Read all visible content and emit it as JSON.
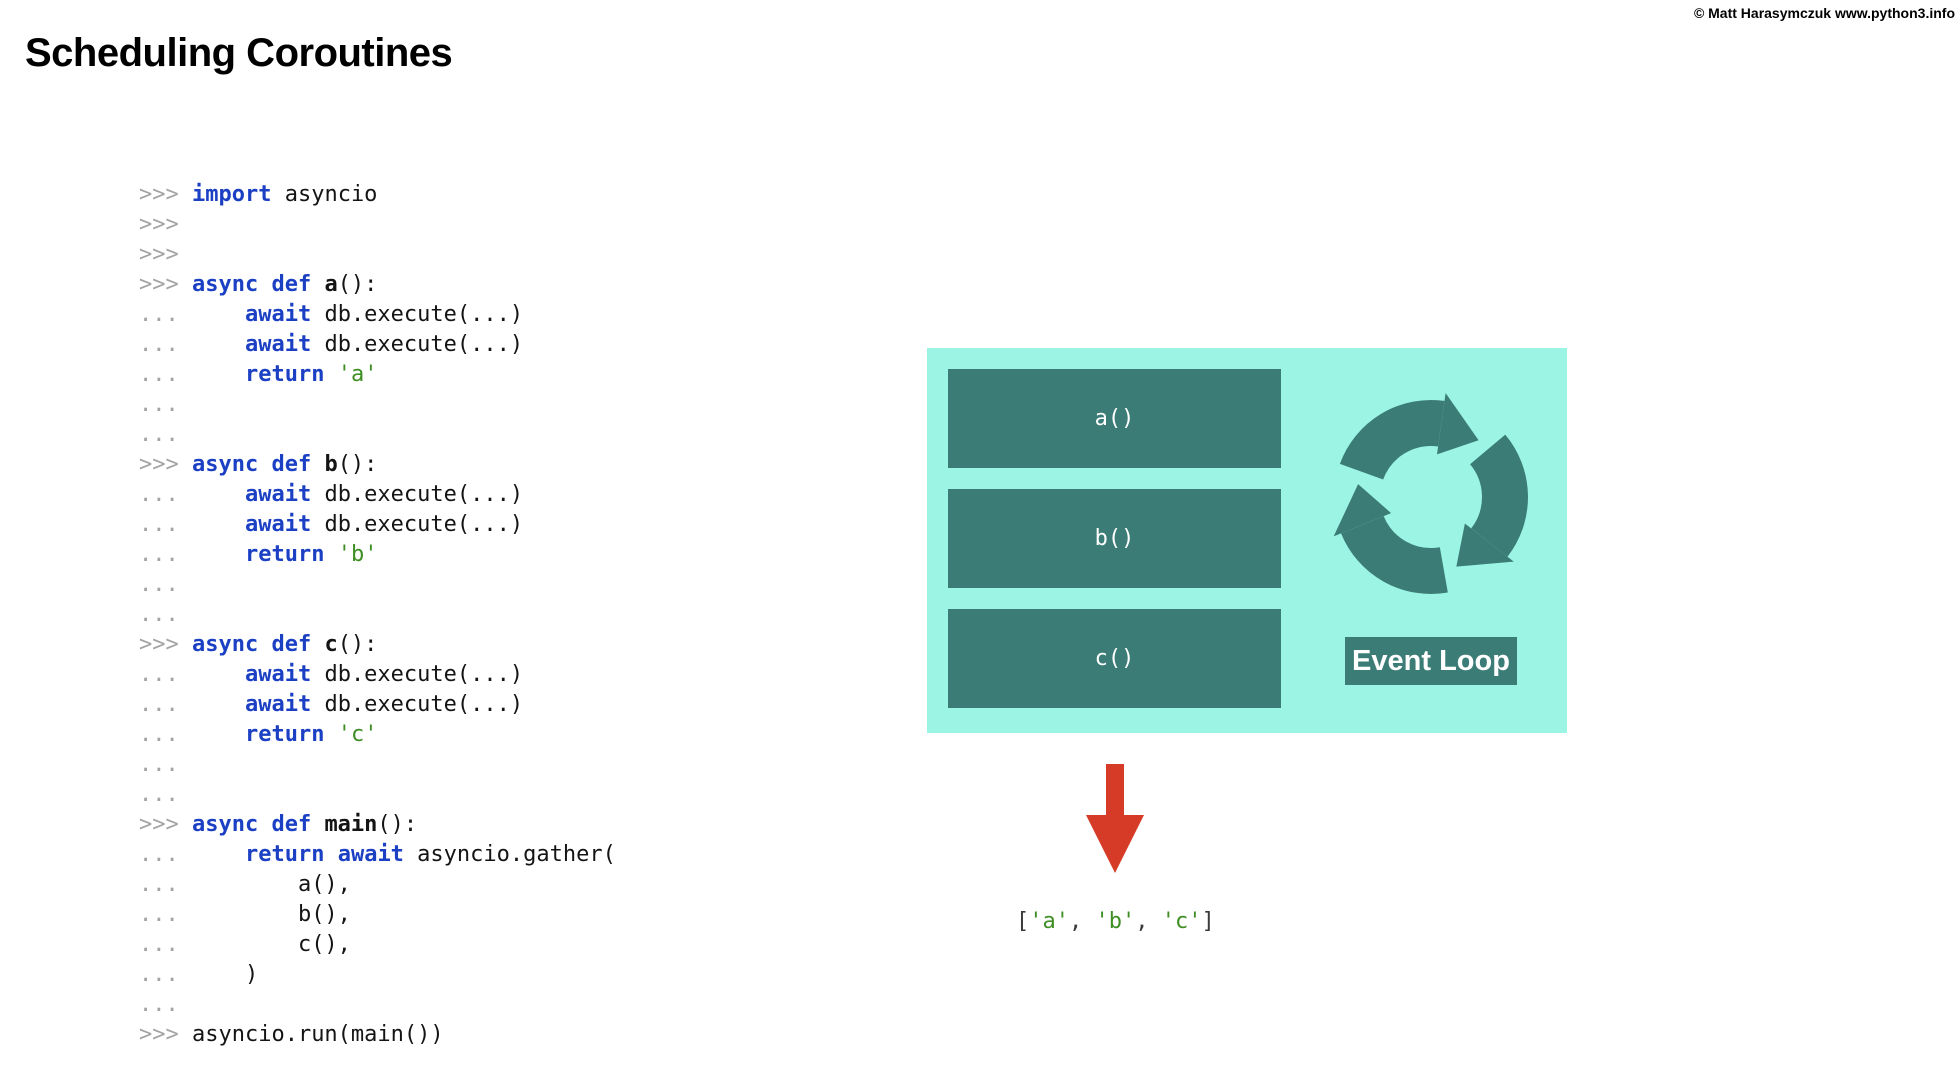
{
  "header": {
    "title": "Scheduling Coroutines",
    "copyright": "© Matt Harasymczuk www.python3.info"
  },
  "colors": {
    "panel_bg": "#9cf5e4",
    "shape_teal": "#3b7c77",
    "arrow_red": "#d63b27",
    "keyword_blue": "#1c40c4",
    "string_green": "#3e8e24",
    "prompt_gray": "#a3a3a3",
    "code_black": "#141414"
  },
  "icons": {
    "event_loop": "circular-arrows-icon",
    "flow": "down-arrow-icon"
  },
  "code": {
    "lines": [
      [
        {
          "t": ">>> ",
          "c": "p"
        },
        {
          "t": "import",
          "c": "k"
        },
        {
          "t": " asyncio",
          "c": "n"
        }
      ],
      [
        {
          "t": ">>>",
          "c": "p"
        }
      ],
      [
        {
          "t": ">>>",
          "c": "p"
        }
      ],
      [
        {
          "t": ">>> ",
          "c": "p"
        },
        {
          "t": "async def ",
          "c": "k"
        },
        {
          "t": "a",
          "c": "f"
        },
        {
          "t": "():",
          "c": "n"
        }
      ],
      [
        {
          "t": "... ",
          "c": "p"
        },
        {
          "t": "    ",
          "c": "n"
        },
        {
          "t": "await",
          "c": "k"
        },
        {
          "t": " db.execute(...)",
          "c": "n"
        }
      ],
      [
        {
          "t": "... ",
          "c": "p"
        },
        {
          "t": "    ",
          "c": "n"
        },
        {
          "t": "await",
          "c": "k"
        },
        {
          "t": " db.execute(...)",
          "c": "n"
        }
      ],
      [
        {
          "t": "... ",
          "c": "p"
        },
        {
          "t": "    ",
          "c": "n"
        },
        {
          "t": "return",
          "c": "k"
        },
        {
          "t": " ",
          "c": "n"
        },
        {
          "t": "'a'",
          "c": "s"
        }
      ],
      [
        {
          "t": "...",
          "c": "p"
        }
      ],
      [
        {
          "t": "...",
          "c": "p"
        }
      ],
      [
        {
          "t": ">>> ",
          "c": "p"
        },
        {
          "t": "async def ",
          "c": "k"
        },
        {
          "t": "b",
          "c": "f"
        },
        {
          "t": "():",
          "c": "n"
        }
      ],
      [
        {
          "t": "... ",
          "c": "p"
        },
        {
          "t": "    ",
          "c": "n"
        },
        {
          "t": "await",
          "c": "k"
        },
        {
          "t": " db.execute(...)",
          "c": "n"
        }
      ],
      [
        {
          "t": "... ",
          "c": "p"
        },
        {
          "t": "    ",
          "c": "n"
        },
        {
          "t": "await",
          "c": "k"
        },
        {
          "t": " db.execute(...)",
          "c": "n"
        }
      ],
      [
        {
          "t": "... ",
          "c": "p"
        },
        {
          "t": "    ",
          "c": "n"
        },
        {
          "t": "return",
          "c": "k"
        },
        {
          "t": " ",
          "c": "n"
        },
        {
          "t": "'b'",
          "c": "s"
        }
      ],
      [
        {
          "t": "...",
          "c": "p"
        }
      ],
      [
        {
          "t": "...",
          "c": "p"
        }
      ],
      [
        {
          "t": ">>> ",
          "c": "p"
        },
        {
          "t": "async def ",
          "c": "k"
        },
        {
          "t": "c",
          "c": "f"
        },
        {
          "t": "():",
          "c": "n"
        }
      ],
      [
        {
          "t": "... ",
          "c": "p"
        },
        {
          "t": "    ",
          "c": "n"
        },
        {
          "t": "await",
          "c": "k"
        },
        {
          "t": " db.execute(...)",
          "c": "n"
        }
      ],
      [
        {
          "t": "... ",
          "c": "p"
        },
        {
          "t": "    ",
          "c": "n"
        },
        {
          "t": "await",
          "c": "k"
        },
        {
          "t": " db.execute(...)",
          "c": "n"
        }
      ],
      [
        {
          "t": "... ",
          "c": "p"
        },
        {
          "t": "    ",
          "c": "n"
        },
        {
          "t": "return",
          "c": "k"
        },
        {
          "t": " ",
          "c": "n"
        },
        {
          "t": "'c'",
          "c": "s"
        }
      ],
      [
        {
          "t": "...",
          "c": "p"
        }
      ],
      [
        {
          "t": "...",
          "c": "p"
        }
      ],
      [
        {
          "t": ">>> ",
          "c": "p"
        },
        {
          "t": "async def ",
          "c": "k"
        },
        {
          "t": "main",
          "c": "f"
        },
        {
          "t": "():",
          "c": "n"
        }
      ],
      [
        {
          "t": "... ",
          "c": "p"
        },
        {
          "t": "    ",
          "c": "n"
        },
        {
          "t": "return",
          "c": "k"
        },
        {
          "t": " ",
          "c": "n"
        },
        {
          "t": "await",
          "c": "k"
        },
        {
          "t": " asyncio.gather(",
          "c": "n"
        }
      ],
      [
        {
          "t": "... ",
          "c": "p"
        },
        {
          "t": "        a(),",
          "c": "n"
        }
      ],
      [
        {
          "t": "... ",
          "c": "p"
        },
        {
          "t": "        b(),",
          "c": "n"
        }
      ],
      [
        {
          "t": "... ",
          "c": "p"
        },
        {
          "t": "        c(),",
          "c": "n"
        }
      ],
      [
        {
          "t": "... ",
          "c": "p"
        },
        {
          "t": "    )",
          "c": "n"
        }
      ],
      [
        {
          "t": "...",
          "c": "p"
        }
      ],
      [
        {
          "t": ">>> ",
          "c": "p"
        },
        {
          "t": "asyncio.run(main())",
          "c": "n"
        }
      ]
    ]
  },
  "diagram": {
    "tasks": [
      {
        "label": "a()"
      },
      {
        "label": "b()"
      },
      {
        "label": "c()"
      }
    ],
    "event_loop_label": "Event Loop",
    "result": {
      "segments": [
        {
          "t": "[",
          "c": "n"
        },
        {
          "t": "'a'",
          "c": "s"
        },
        {
          "t": ", ",
          "c": "n"
        },
        {
          "t": "'b'",
          "c": "s"
        },
        {
          "t": ", ",
          "c": "n"
        },
        {
          "t": "'c'",
          "c": "s"
        },
        {
          "t": "]",
          "c": "n"
        }
      ]
    }
  }
}
